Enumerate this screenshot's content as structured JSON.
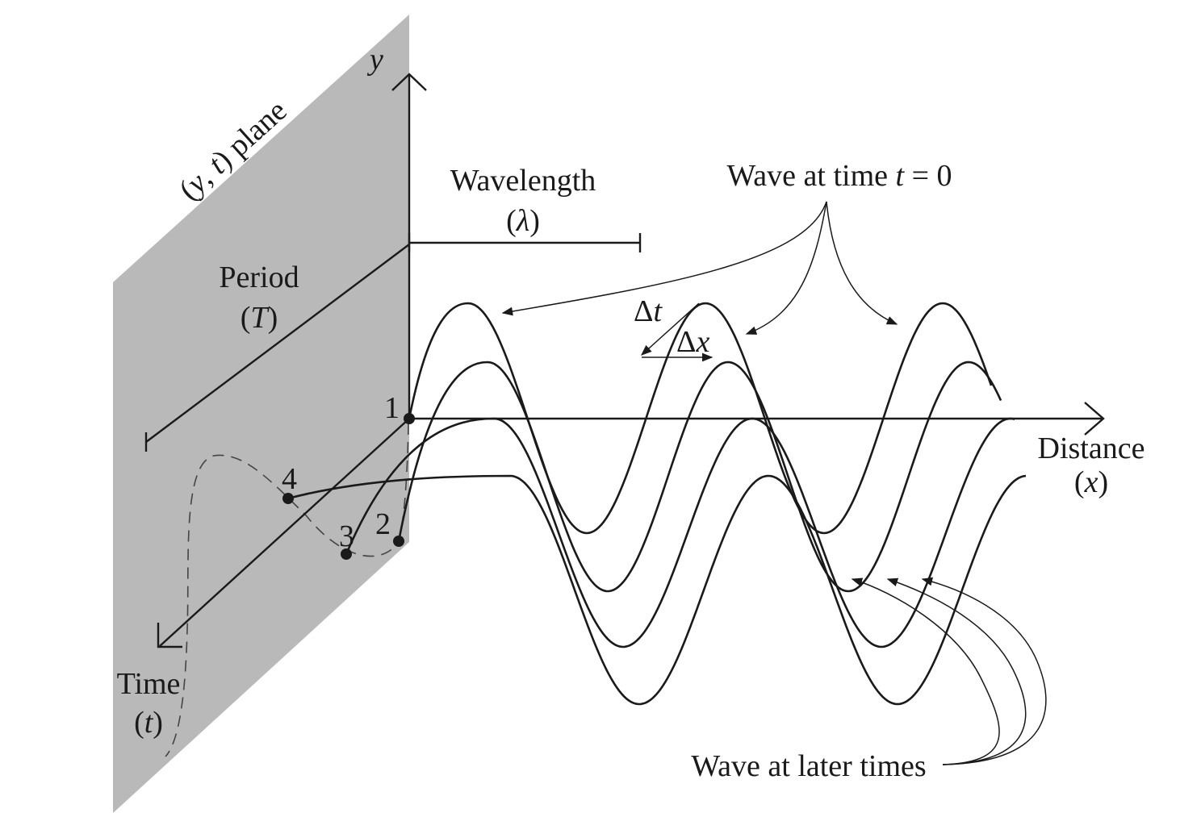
{
  "plane_label": {
    "open": "(",
    "y": "y",
    "comma": ", ",
    "t": "t",
    "close": ")",
    "word": " plane"
  },
  "y_axis_label": "y",
  "wavelength": {
    "title": "Wavelength",
    "symbol": "λ"
  },
  "period": {
    "title": "Period",
    "symbol": "T"
  },
  "distance_axis": {
    "title": "Distance",
    "symbol": "x"
  },
  "time_axis": {
    "title": "Time",
    "symbol": "t"
  },
  "wave_t0_label": {
    "prefix": "Wave at time ",
    "var": "t",
    "suffix": " = 0"
  },
  "wave_later_label": "Wave at later times",
  "delta_t": {
    "delta": "Δ",
    "var": "t"
  },
  "delta_x": {
    "delta": "Δ",
    "var": "x"
  },
  "points": [
    "1",
    "2",
    "3",
    "4"
  ]
}
